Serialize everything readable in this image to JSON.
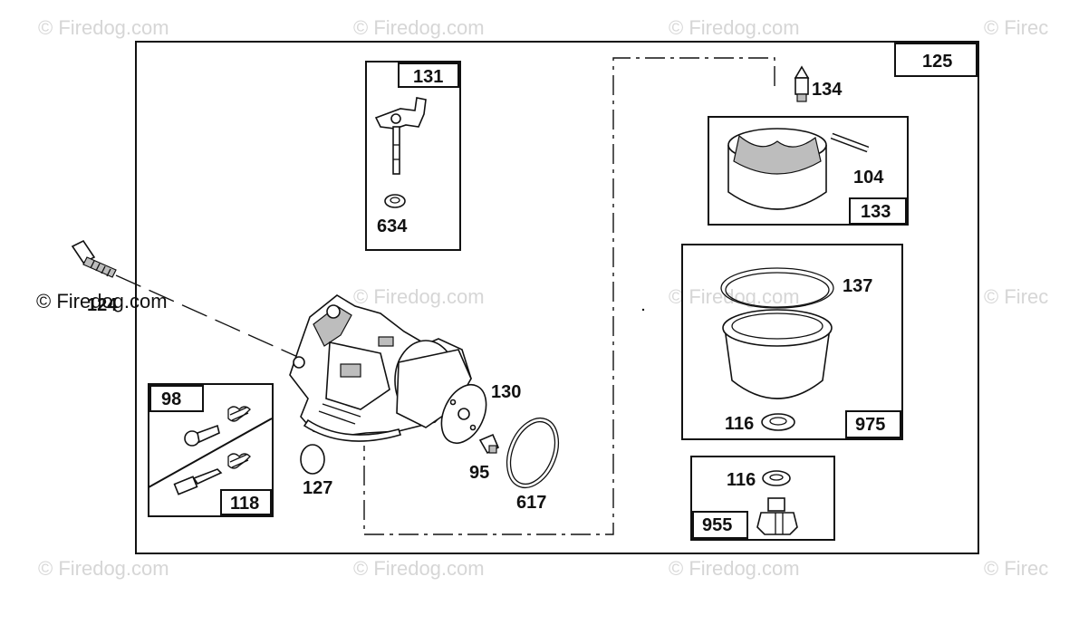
{
  "watermark": "© Firedog.com",
  "watermark_partial": "© Firec",
  "callouts": {
    "c125": "125",
    "c131": "131",
    "c634": "634",
    "c134": "134",
    "c104": "104",
    "c133": "133",
    "c137": "137",
    "c116a": "116",
    "c975": "975",
    "c116b": "116",
    "c955": "955",
    "c124": "124",
    "c98": "98",
    "c118": "118",
    "c127": "127",
    "c130": "130",
    "c95": "95",
    "c617": "617"
  }
}
